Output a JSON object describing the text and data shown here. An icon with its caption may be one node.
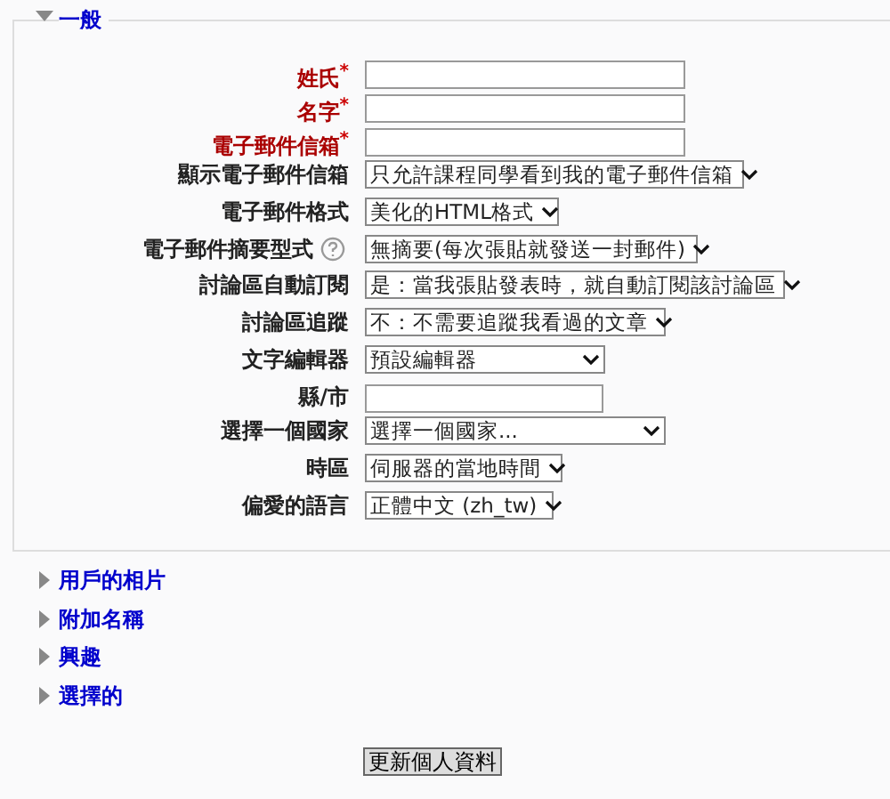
{
  "diagram": {
    "nodes": [
      {
        "text": [
          "一般"
        ]
      }
    ],
    "labels": [
      "姓氏$^{*}$",
      "名字$^{*}$",
      "電子郵件信箱$^{*}$",
      "顯示電子郵件信箱",
      "只允許課程同學看到我的電子郵件信箱",
      "電子郵件格式",
      "美化的HTML格式",
      "電子郵件摘要型式",
      "無摘要(每次張貼就發送一封郵件)",
      "討論區自動訂閱",
      "是：當我張貼發表時，就自動訂閱該討論區",
      "討論區追蹤",
      "不：不需要追蹤我看過的文章",
      "文字編輯器",
      "預設編輯器",
      "縣/市",
      "選擇一個國家",
      "選擇一個國家...",
      "時區",
      "伺服器的當地時間",
      "偏愛的語言",
      "正體中文 (zh_tw)",
      "用戶的相片",
      "附加名稱",
      "興趣",
      "選擇的",
      "更新個人資料"
    ]
  }
}
